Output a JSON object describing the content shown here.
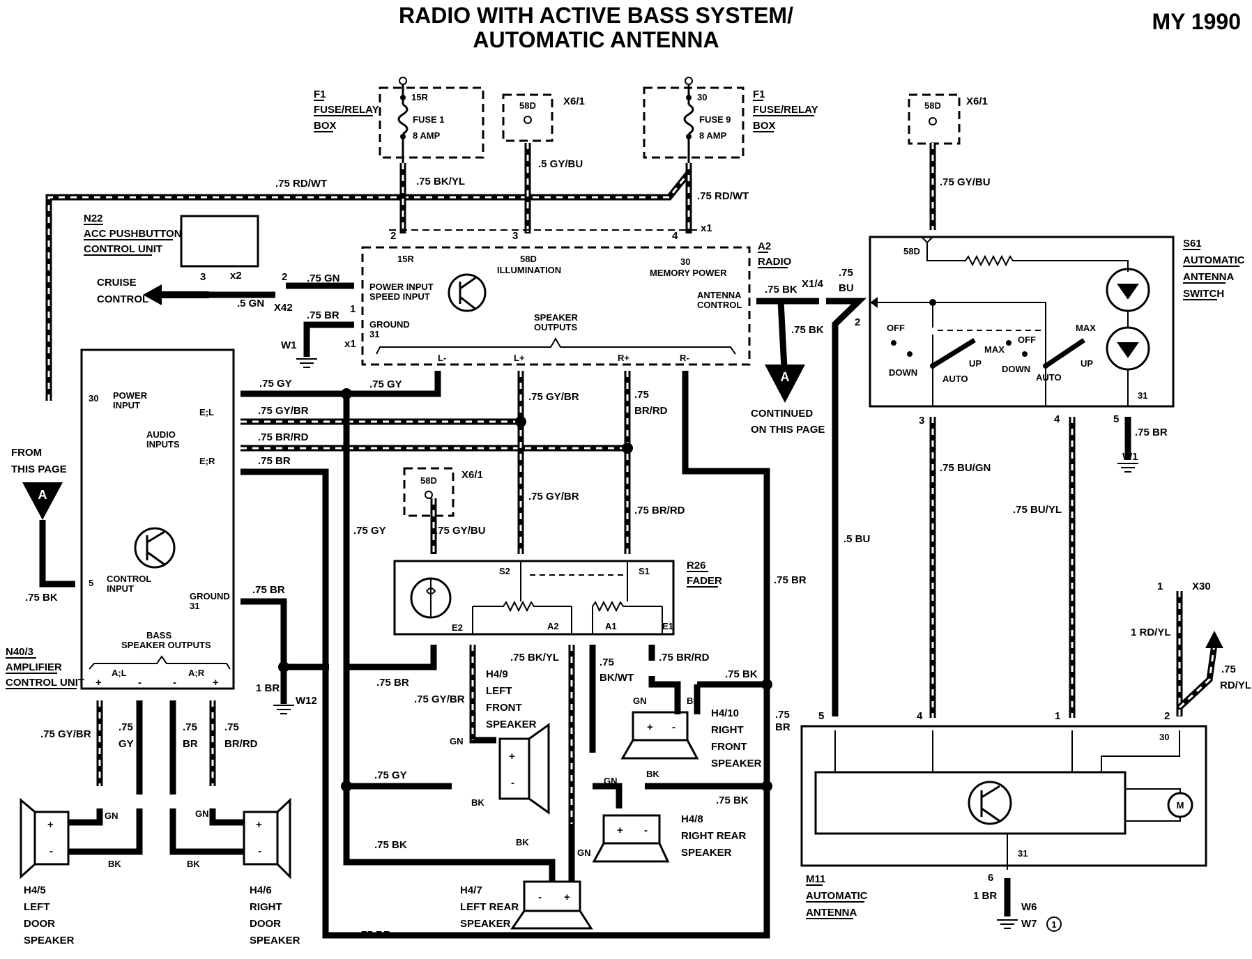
{
  "title": {
    "line1": "RADIO WITH ACTIVE BASS SYSTEM/",
    "line2": "AUTOMATIC ANTENNA",
    "year": "MY 1990"
  },
  "fuse1": {
    "box_id": "F1",
    "box_name1": "FUSE/RELAY",
    "box_name2": "BOX",
    "terminal": "15R",
    "fuse": "FUSE 1",
    "amp": "8 AMP"
  },
  "fuse9": {
    "box_id": "F1",
    "box_name1": "FUSE/RELAY",
    "box_name2": "BOX",
    "terminal": "30",
    "fuse": "FUSE 9",
    "amp": "8 AMP"
  },
  "x6a": {
    "conn": "X6/1",
    "term": "58D"
  },
  "x6b": {
    "conn": "X6/1",
    "term": "58D"
  },
  "x6c": {
    "conn": "X6/1",
    "term": "58D"
  },
  "wires": {
    "rd_wt_top": ".75 RD/WT",
    "bk_yl_top": ".75 BK/YL",
    "gy_bu_radio": ".5 GY/BU",
    "rd_wt_right": ".75 RD/WT",
    "gy_bu_s61": ".75 GY/BU",
    "gn_75": ".75 GN",
    "gn_5": ".5 GN",
    "br_ground": ".75 BR",
    "bk_ant": ".75 BK",
    "bk_ant2": ".75 BK",
    "bu_75": ".75",
    "bu_75b": "BU",
    "gy_a": ".75 GY",
    "gy_b": ".75 GY",
    "gy_br_a": ".75 GY/BR",
    "br_rd_a": ".75 BR/RD",
    "br_a": ".75 BR",
    "gy_br_spk": ".75 GY/BR",
    "br_rd_spk1": ".75",
    "br_rd_spk2": "BR/RD",
    "gy_br_mid": ".75 GY/BR",
    "br_rd_mid": ".75 BR/RD",
    "gy_bu_fader": ".75 GY/BU",
    "gy_left": ".75 GY",
    "bk_left": ".75 BK",
    "br_ground2": ".75 BR",
    "br_1": "1 BR",
    "br_vert": ".75 BR",
    "bu_5": ".5 BU",
    "bu_gn": ".75 BU/GN",
    "bu_yl": ".75 BU/YL",
    "br_s61": ".75 BR",
    "br_mid": ".75 BR",
    "gy_br_e2": ".75 GY/BR",
    "bk_yl_a2": ".75 BK/YL",
    "bk_wt1": ".75",
    "bk_wt2": "BK/WT",
    "br_rd_e1": ".75 BR/RD",
    "bk_front": ".75 BK",
    "br_75a": ".75",
    "br_75b": "BR",
    "gy_rear": ".75 GY",
    "bk_rear": ".75 BK",
    "bk_lr": ".75 BK",
    "br_bottom": ".75 BR",
    "gy_br_door": ".75 GY/BR",
    "gy1": ".75",
    "gy2": "GY",
    "br1": ".75",
    "br2": "BR",
    "brrd1": ".75",
    "brrd2": "BR/RD",
    "rd_yl1": "1 RD/YL",
    "rd_yl2": ".75",
    "rd_yl3": "RD/YL",
    "br_w6": "1 BR"
  },
  "n22": {
    "id": "N22",
    "name1": "ACC PUSHBUTTON",
    "name2": "CONTROL UNIT",
    "pin3": "3",
    "x2": "x2",
    "pin2": "2",
    "x42": "X42",
    "pin1": "1",
    "x1": "x1"
  },
  "cruise": {
    "line1": "CRUISE",
    "line2": "CONTROL"
  },
  "radio": {
    "id": "A2",
    "name": "RADIO",
    "p2": "2",
    "p3": "3",
    "p4": "4",
    "x1": "x1",
    "t15r": "15R",
    "t58d": "58D",
    "illum": "ILLUMINATION",
    "t30": "30",
    "memory": "MEMORY POWER",
    "power_in": "POWER INPUT",
    "speed_in": "SPEED INPUT",
    "ground": "GROUND",
    "g31": "31",
    "spk1": "SPEAKER",
    "spk2": "OUTPUTS",
    "ant1": "ANTENNA",
    "ant2": "CONTROL",
    "lminus": "L-",
    "lplus": "L+",
    "rplus": "R+",
    "rminus": "R-"
  },
  "x14": {
    "conn": "X1/4",
    "pin2": "2"
  },
  "w1a": "W1",
  "w1b": "W1",
  "w12": "W12",
  "cont": {
    "letter": "A",
    "line1": "CONTINUED",
    "line2": "ON THIS PAGE"
  },
  "from": {
    "letter": "A",
    "line1": "FROM",
    "line2": "THIS PAGE"
  },
  "amp": {
    "id": "N40/3",
    "name1": "AMPLIFIER",
    "name2": "CONTROL UNIT",
    "p30": "30",
    "power1": "POWER",
    "power2": "INPUT",
    "audio1": "AUDIO",
    "audio2": "INPUTS",
    "el": "E;L",
    "er": "E;R",
    "p5": "5",
    "ctrl1": "CONTROL",
    "ctrl2": "INPUT",
    "gnd1": "GROUND",
    "gnd2": "31",
    "bass1": "BASS",
    "bass2": "SPEAKER OUTPUTS",
    "al": "A;L",
    "ar": "A;R"
  },
  "fader": {
    "id": "R26",
    "name": "FADER",
    "s1": "S1",
    "s2": "S2",
    "e1": "E1",
    "e2": "E2",
    "a1": "A1",
    "a2": "A2"
  },
  "s61": {
    "id": "S61",
    "name1": "AUTOMATIC",
    "name2": "ANTENNA",
    "name3": "SWITCH",
    "t58d": "58D",
    "off": "OFF",
    "down": "DOWN",
    "auto": "AUTO",
    "up": "UP",
    "max": "MAX",
    "p3": "3",
    "p4": "4",
    "p5": "5",
    "t31": "31"
  },
  "x30": {
    "conn": "X30",
    "pin": "1"
  },
  "m11": {
    "id": "M11",
    "name1": "AUTOMATIC",
    "name2": "ANTENNA",
    "p5": "5",
    "p4": "4",
    "p1": "1",
    "p2": "2",
    "t30": "30",
    "t31": "31",
    "p6": "6",
    "w6": "W6",
    "w7": "W7",
    "note": "1",
    "motor": "M"
  },
  "spk_h45": {
    "id": "H4/5",
    "n1": "LEFT",
    "n2": "DOOR",
    "n3": "SPEAKER"
  },
  "spk_h46": {
    "id": "H4/6",
    "n1": "RIGHT",
    "n2": "DOOR",
    "n3": "SPEAKER"
  },
  "spk_h49": {
    "id": "H4/9",
    "n1": "LEFT",
    "n2": "FRONT",
    "n3": "SPEAKER"
  },
  "spk_h410": {
    "id": "H4/10",
    "n1": "RIGHT",
    "n2": "FRONT",
    "n3": "SPEAKER"
  },
  "spk_h48": {
    "id": "H4/8",
    "n1": "RIGHT REAR",
    "n2": "SPEAKER"
  },
  "spk_h47": {
    "id": "H4/7",
    "n1": "LEFT REAR",
    "n2": "SPEAKER"
  },
  "misc": {
    "gn": "GN",
    "bk": "BK",
    "plus": "+",
    "minus": "-"
  }
}
